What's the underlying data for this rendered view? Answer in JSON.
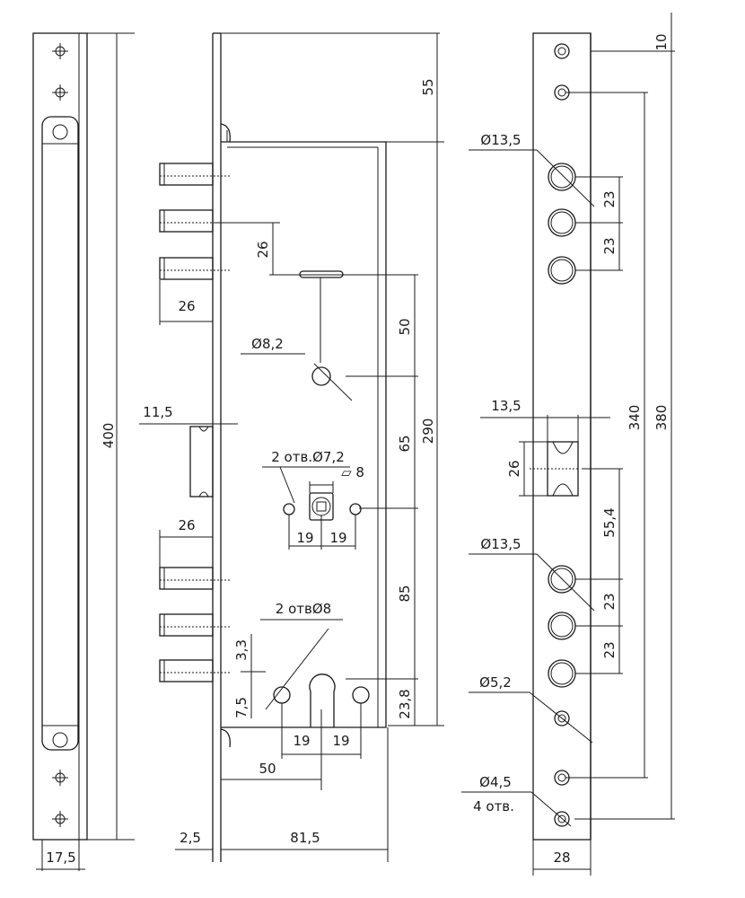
{
  "dimensions": {
    "side_400": "400",
    "side_17_5": "17,5",
    "bolt_26_top": "26",
    "bolt_26_bottom": "26",
    "latch_11_5": "11,5",
    "h_55": "55",
    "h_26_spindle": "26",
    "h_50": "50",
    "dia_8_2": "Ø8,2",
    "h_65": "65",
    "h_290": "290",
    "holes_7_2": "2 отв.Ø7,2",
    "square_8": "▱ 8",
    "d19_a": "19",
    "d19_b": "19",
    "h_85": "85",
    "holes_8": "2 отвØ8",
    "h_3_3": "3,3",
    "h_7_5": "7,5",
    "h_23_8": "23,8",
    "d19_c": "19",
    "d19_d": "19",
    "backset_50": "50",
    "thick_2_5": "2,5",
    "depth_81_5": "81,5",
    "top_10": "10",
    "dia_13_5_top": "Ø13,5",
    "pitch_23_a": "23",
    "pitch_23_b": "23",
    "width_13_5": "13,5",
    "h_340": "340",
    "h_380": "380",
    "slot_26": "26",
    "h_55_4": "55,4",
    "dia_13_5_bottom": "Ø13,5",
    "pitch_23_c": "23",
    "pitch_23_d": "23",
    "dia_5_2": "Ø5,2",
    "dia_4_5": "Ø4,5",
    "holes_4": "4 отв.",
    "width_28": "28"
  }
}
